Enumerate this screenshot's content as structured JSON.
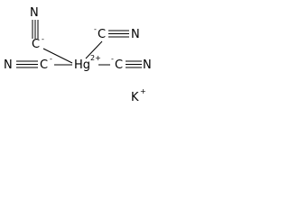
{
  "structure": {
    "top_left_cyanide": {
      "atom_n": "N",
      "atom_c": "C",
      "charge": "-"
    },
    "top_right_cyanide": {
      "atom_c": "C",
      "charge": "-",
      "atom_n": "N"
    },
    "left_cyanide": {
      "atom_n": "N",
      "atom_c": "C",
      "charge": "-"
    },
    "right_cyanide": {
      "atom_c": "C",
      "charge": "-",
      "atom_n": "N"
    },
    "metal": {
      "symbol": "Hg",
      "charge": "2+"
    },
    "counter_ion": {
      "symbol": "K",
      "charge": "+"
    }
  }
}
